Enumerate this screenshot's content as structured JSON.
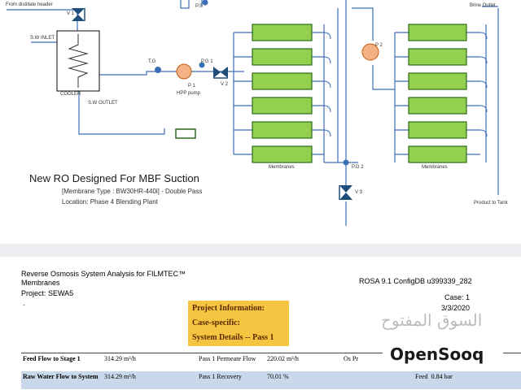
{
  "schematic": {
    "labels": {
      "distillate_header": "From distillate header",
      "v1": "V 1",
      "ps_top": "P.S",
      "brine_outlet": "Brine Outlet",
      "sw_inlet": "S.W INLET",
      "tg": "T.G",
      "pg1": "P.G 1",
      "p1": "P 1",
      "hpp_pump": "HPP pump",
      "v2": "V 2",
      "cooler": "COOLER",
      "sw_outlet": "S.W OUTLET",
      "p2": "P 2",
      "membranes_left": "Membranes",
      "membranes_right": "Membranes",
      "pg2": "P.G 2",
      "v3": "V 3",
      "product_to_tank": "Product to Tank"
    },
    "title": "New RO Designed For MBF Suction",
    "membrane_type": "[Membrane Type : BW30HR-440i] - Double Pass",
    "location": "Location: Phase 4 Blending Plant",
    "colors": {
      "membrane_fill": "#93d050",
      "membrane_stroke": "#2e6b1a",
      "pipe": "#3d6fb6",
      "pump": "#f4b183",
      "valve": "#1f4e79"
    }
  },
  "report": {
    "header_line1": "Reverse Osmosis System Analysis for FILMTEC™",
    "header_line2": "Membranes",
    "project": "Project: SEWA5",
    "dot": ".",
    "rosa": "ROSA 9.1 ConfigDB u399339_282",
    "case": "Case: 1",
    "date": "3/3/2020",
    "info_box": [
      "Project Information:",
      "Case-specific:",
      "System Details -- Pass 1"
    ],
    "rows": [
      {
        "label": "Feed Flow to Stage 1",
        "value": "314.29 m³/h",
        "label2": "Pass 1 Permeate Flow",
        "value2": "220.02 m³/h",
        "label3": "Os Pr",
        "value3": ""
      },
      {
        "label": "Raw Water Flow to System",
        "value": "314.29 m³/h",
        "label2": "Pass 1 Recovery",
        "value2": "70.01 %",
        "label3": "Feed",
        "value3": "0.84 bar"
      }
    ]
  },
  "watermark": {
    "arabic": "السوق المفتوح",
    "brand": "OpenSooq"
  }
}
